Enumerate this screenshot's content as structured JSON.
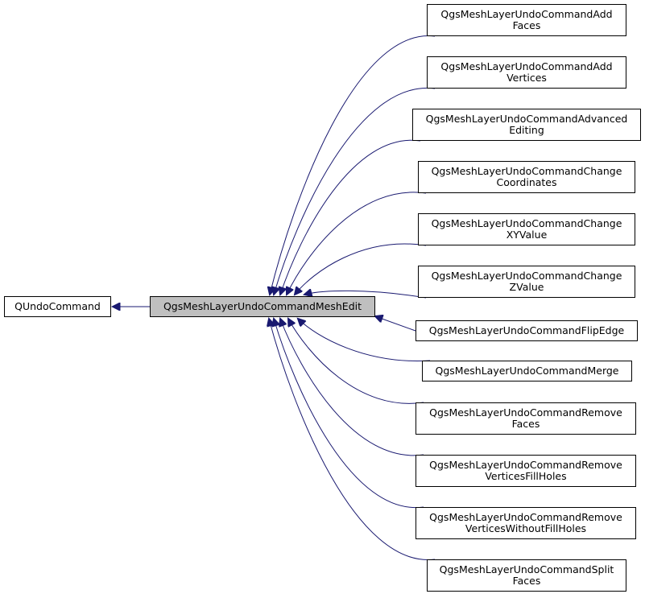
{
  "diagram": {
    "base": {
      "label": "QUndoCommand"
    },
    "current": {
      "label": "QgsMeshLayerUndoCommandMeshEdit"
    },
    "children": [
      {
        "lines": [
          "QgsMeshLayerUndoCommandAdd",
          "Faces"
        ]
      },
      {
        "lines": [
          "QgsMeshLayerUndoCommandAdd",
          "Vertices"
        ]
      },
      {
        "lines": [
          "QgsMeshLayerUndoCommandAdvanced",
          "Editing"
        ]
      },
      {
        "lines": [
          "QgsMeshLayerUndoCommandChange",
          "Coordinates"
        ]
      },
      {
        "lines": [
          "QgsMeshLayerUndoCommandChange",
          "XYValue"
        ]
      },
      {
        "lines": [
          "QgsMeshLayerUndoCommandChange",
          "ZValue"
        ]
      },
      {
        "lines": [
          "QgsMeshLayerUndoCommandFlipEdge"
        ]
      },
      {
        "lines": [
          "QgsMeshLayerUndoCommandMerge"
        ]
      },
      {
        "lines": [
          "QgsMeshLayerUndoCommandRemove",
          "Faces"
        ]
      },
      {
        "lines": [
          "QgsMeshLayerUndoCommandRemove",
          "VerticesFillHoles"
        ]
      },
      {
        "lines": [
          "QgsMeshLayerUndoCommandRemove",
          "VerticesWithoutFillHoles"
        ]
      },
      {
        "lines": [
          "QgsMeshLayerUndoCommandSplit",
          "Faces"
        ]
      }
    ],
    "colors": {
      "edge": "#191970",
      "current_fill": "#bfbfbf",
      "border": "#000000"
    }
  }
}
